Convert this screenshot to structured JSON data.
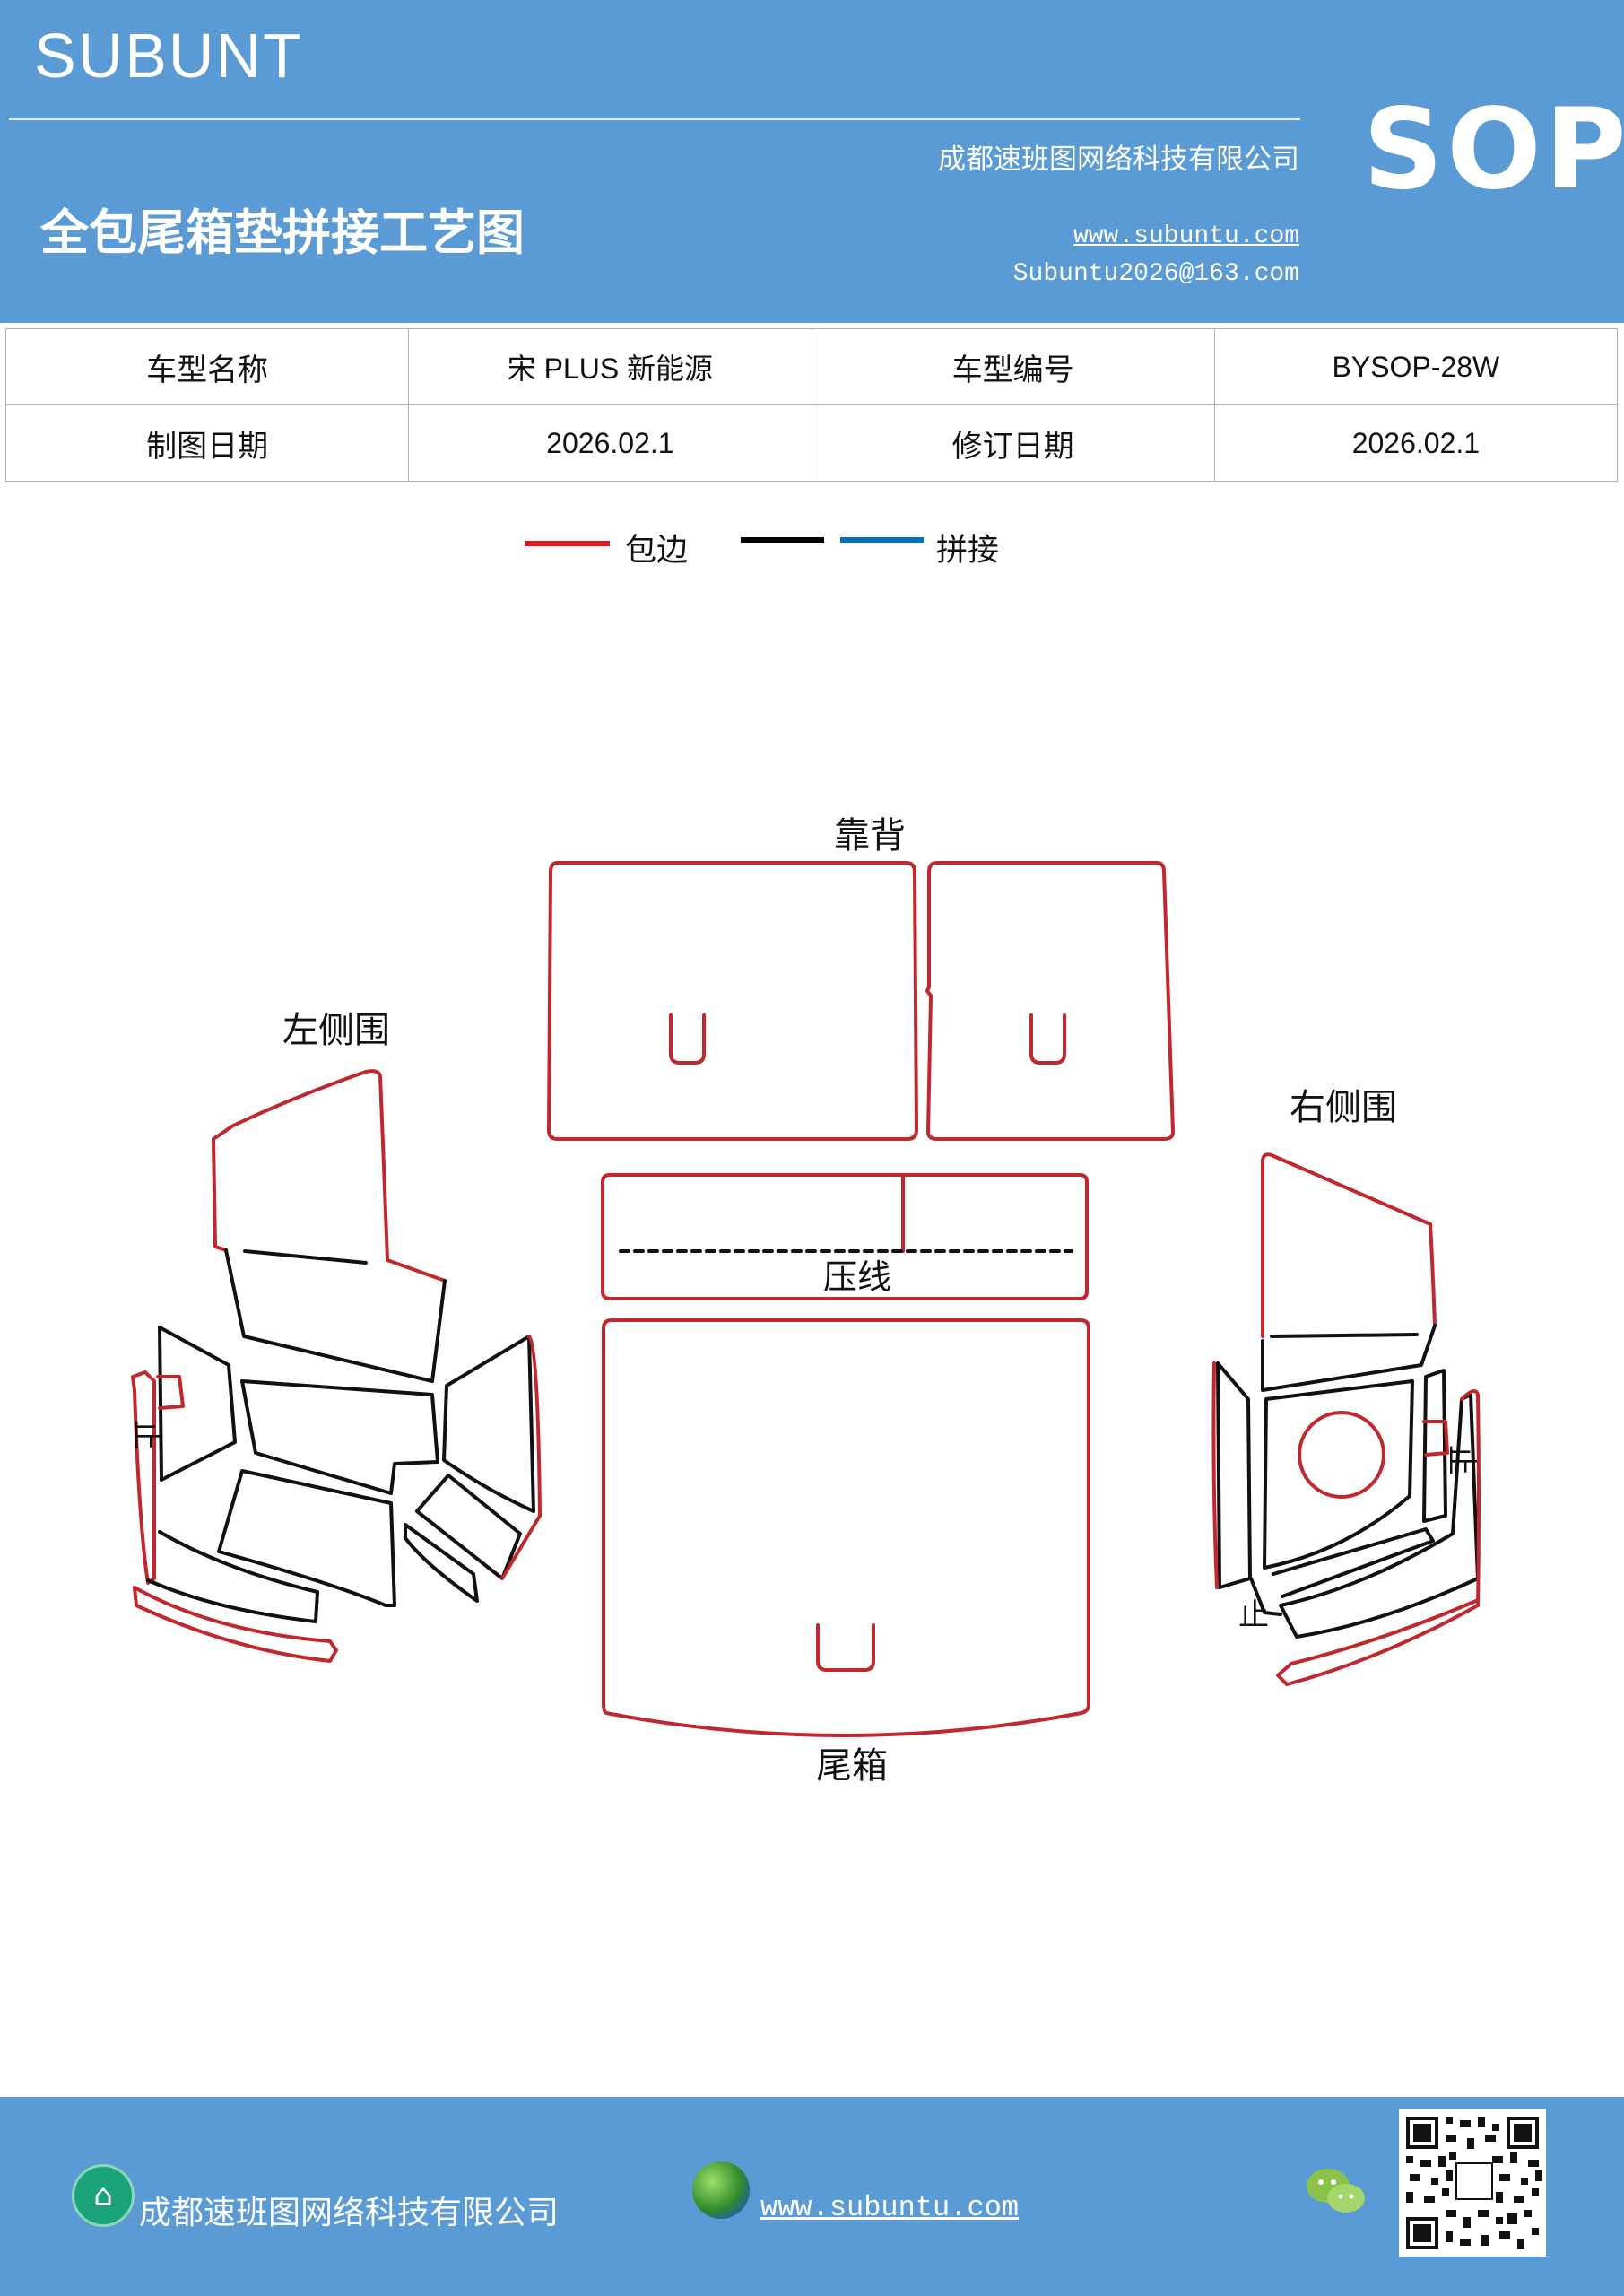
{
  "header": {
    "brand": "SUBUNT",
    "sop": "SOP",
    "company": "成都速班图网络科技有限公司",
    "title": "全包尾箱垫拼接工艺图",
    "website": "www.subuntu.com",
    "email": "Subuntu2026@163.com",
    "bg_color": "#5b9bd5"
  },
  "info_table": {
    "rows": [
      [
        "车型名称",
        "宋 PLUS 新能源",
        "车型编号",
        "BYSOP-28W"
      ],
      [
        "制图日期",
        "2026.02.1",
        "修订日期",
        "2026.02.1"
      ]
    ]
  },
  "legend": {
    "items": [
      {
        "label": "包边",
        "color": "#e8141b"
      },
      {
        "label": "",
        "color": "#000000"
      },
      {
        "label": "拼接",
        "color": "#0070c0"
      }
    ]
  },
  "diagram": {
    "labels": {
      "backrest": "靠背",
      "left_side": "左侧围",
      "right_side": "右侧围",
      "press_line": "压线",
      "trunk": "尾箱",
      "stop_left": "止",
      "stop_right_top": "止",
      "stop_right_bottom": "止"
    },
    "colors": {
      "edge": "#c0282d",
      "seam": "#111111"
    }
  },
  "footer": {
    "company": "成都速班图网络科技有限公司",
    "website": "www.subuntu.com ",
    "icons": [
      "building-icon",
      "globe-icon",
      "wechat-icon",
      "qr-code-icon"
    ]
  }
}
